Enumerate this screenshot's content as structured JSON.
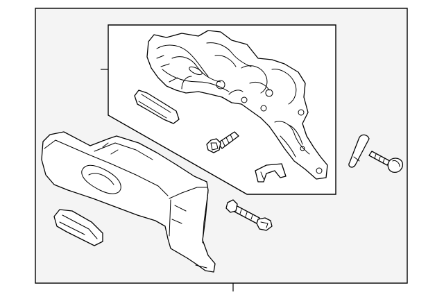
{
  "diagram": {
    "colors": {
      "background": "#ffffff",
      "outer_frame_fill": "#f4f4f4",
      "line": "#000000",
      "part_fill": "#ffffff"
    },
    "parts": [
      "outer-frame",
      "subassembly-box",
      "glove-box-housing",
      "slide-stopper",
      "hex-bolt",
      "mounting-bracket",
      "glove-box-door",
      "door-latch-handle",
      "door-bolt",
      "stopper-pin",
      "damper-bolt"
    ]
  }
}
